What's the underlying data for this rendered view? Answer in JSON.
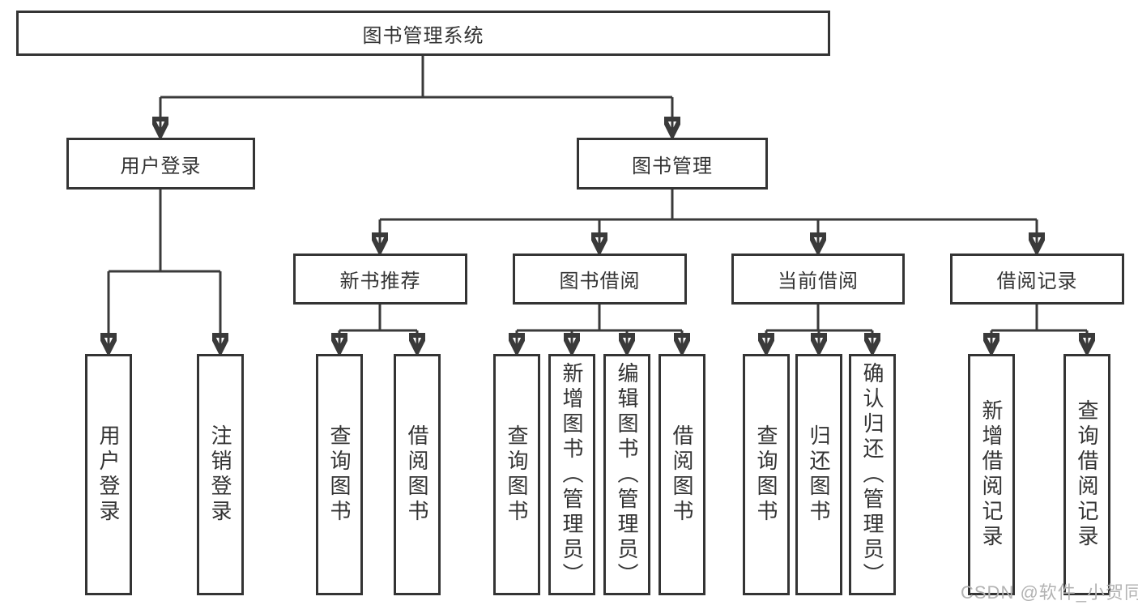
{
  "diagram": {
    "root": {
      "label": "图书管理系统"
    },
    "level2": {
      "login": {
        "label": "用户登录"
      },
      "management": {
        "label": "图书管理"
      }
    },
    "level3": {
      "new_books": {
        "label": "新书推荐"
      },
      "book_borrow": {
        "label": "图书借阅"
      },
      "current_borrow": {
        "label": "当前借阅"
      },
      "borrow_records": {
        "label": "借阅记录"
      }
    },
    "level4": {
      "login_user": {
        "label": "用户登录"
      },
      "login_logout": {
        "label": "注销登录"
      },
      "new_query": {
        "label": "查询图书"
      },
      "new_borrow": {
        "label": "借阅图书"
      },
      "borrow_query": {
        "label": "查询图书"
      },
      "borrow_add": {
        "label": "新增图书（管理员）"
      },
      "borrow_edit": {
        "label": "编辑图书（管理员）"
      },
      "borrow_lend": {
        "label": "借阅图书"
      },
      "current_query": {
        "label": "查询图书"
      },
      "current_return": {
        "label": "归还图书"
      },
      "current_confirm": {
        "label": "确认归还（管理员）"
      },
      "records_add": {
        "label": "新增借阅记录"
      },
      "records_query": {
        "label": "查询借阅记录"
      }
    },
    "watermark": "CSDN @软件_小贺同学",
    "colors": {
      "line": "#3a3a3a",
      "border": "#343434",
      "text": "#333333",
      "background": "#ffffff",
      "watermark": "#b3b3b3"
    }
  }
}
